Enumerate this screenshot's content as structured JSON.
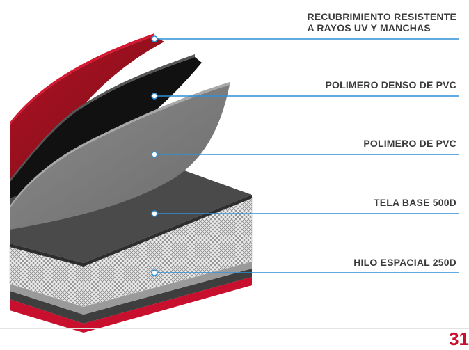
{
  "layers": [
    {
      "id": "uv",
      "lines": [
        "RECUBRIMIENTO RESISTENTE",
        "A  RAYOS UV Y MANCHAS"
      ]
    },
    {
      "id": "dense-pvc",
      "lines": [
        "POLIMERO DENSO DE PVC"
      ]
    },
    {
      "id": "pvc",
      "lines": [
        "POLIMERO DE PVC"
      ]
    },
    {
      "id": "base",
      "lines": [
        "TELA BASE 500D"
      ]
    },
    {
      "id": "yarn",
      "lines": [
        "HILO ESPACIAL 250D"
      ]
    }
  ],
  "page_number": "31",
  "colors": {
    "accent_red": "#c8102e",
    "dark_red": "#8e0f1c",
    "black": "#111111",
    "gray_mid": "#7a7a7a",
    "gray_dark": "#4d4d4d",
    "leader_blue": "#2f8fd6",
    "text": "#3a3a3a"
  }
}
